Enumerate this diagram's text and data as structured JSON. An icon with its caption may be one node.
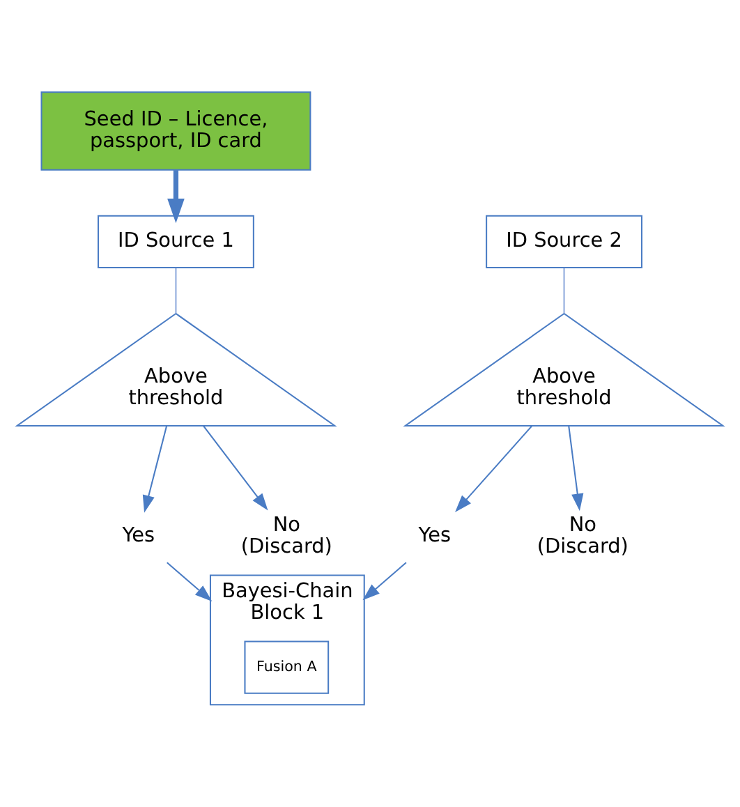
{
  "diagram": {
    "nodes": [
      {
        "text": [
          "Seed ID – Licence, passport, ID card"
        ]
      },
      {
        "text": [
          "ID Source 1"
        ]
      },
      {
        "text": [
          "ID Source 2"
        ]
      },
      {
        "text": [
          "Above threshold"
        ]
      },
      {
        "text": [
          "Above threshold"
        ]
      },
      {
        "text": [
          "Yes"
        ]
      },
      {
        "text": [
          "No (Discard)"
        ]
      },
      {
        "text": [
          "Yes"
        ]
      },
      {
        "text": [
          "No (Discard)"
        ]
      },
      {
        "text": [
          "Bayesi-Chain Block 1"
        ]
      },
      {
        "text": [
          "Fusion A"
        ],
        "in": 9
      }
    ],
    "edges": [
      {
        "from": 0,
        "to": 1,
        "arrow": "to",
        "style": "thick"
      },
      {
        "from": 1,
        "to": 3,
        "arrow": "none",
        "color": "#8faadc"
      },
      {
        "from": 2,
        "to": 4,
        "arrow": "none",
        "color": "#8faadc"
      },
      {
        "from": 3,
        "to": 5,
        "arrow": "to"
      },
      {
        "from": 3,
        "to": 6,
        "arrow": "to"
      },
      {
        "from": 4,
        "to": 7,
        "arrow": "to"
      },
      {
        "from": 4,
        "to": 8,
        "arrow": "to"
      },
      {
        "from": 5,
        "to": 9,
        "arrow": "to"
      },
      {
        "from": 7,
        "to": 9,
        "arrow": "to"
      }
    ]
  }
}
